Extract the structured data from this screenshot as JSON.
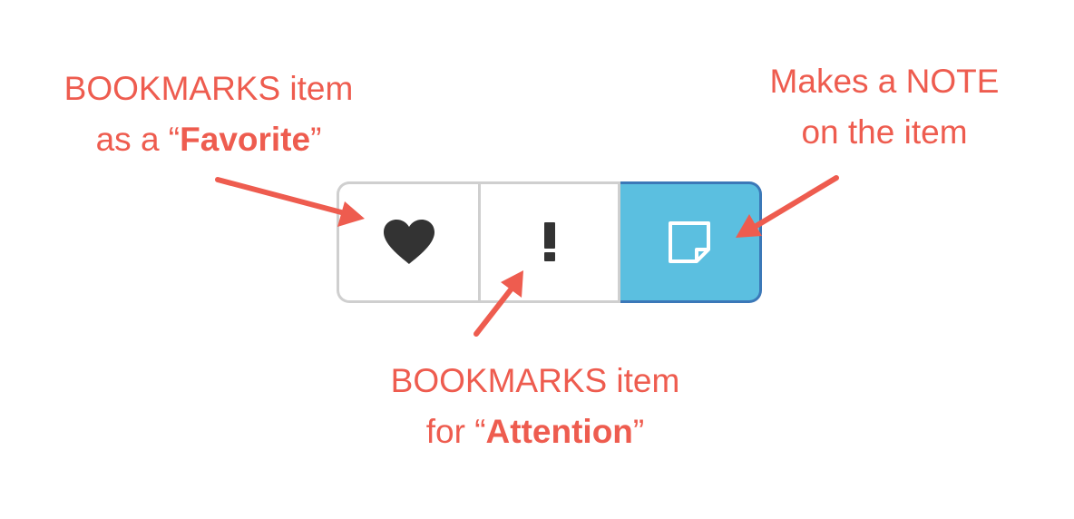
{
  "callouts": {
    "favorite": {
      "line1": "BOOKMARKS item",
      "line2_prefix": "as a “",
      "line2_bold": "Favorite",
      "line2_suffix": "”"
    },
    "note": {
      "line1": "Makes a NOTE",
      "line2": "on the item"
    },
    "attention": {
      "line1": "BOOKMARKS item",
      "line2_prefix": "for “",
      "line2_bold": "Attention",
      "line2_suffix": "”"
    }
  },
  "toolbar": {
    "buttons": [
      {
        "name": "favorite",
        "icon": "heart-icon",
        "active": false
      },
      {
        "name": "attention",
        "icon": "exclamation-icon",
        "active": false
      },
      {
        "name": "note",
        "icon": "sticky-note-icon",
        "active": true
      }
    ]
  },
  "colors": {
    "annotation": "#ee5c4f",
    "active_button": "#5bbfe0",
    "active_border": "#3b78b8",
    "inactive_border": "#cfcfcf",
    "icon_dark": "#333333"
  }
}
